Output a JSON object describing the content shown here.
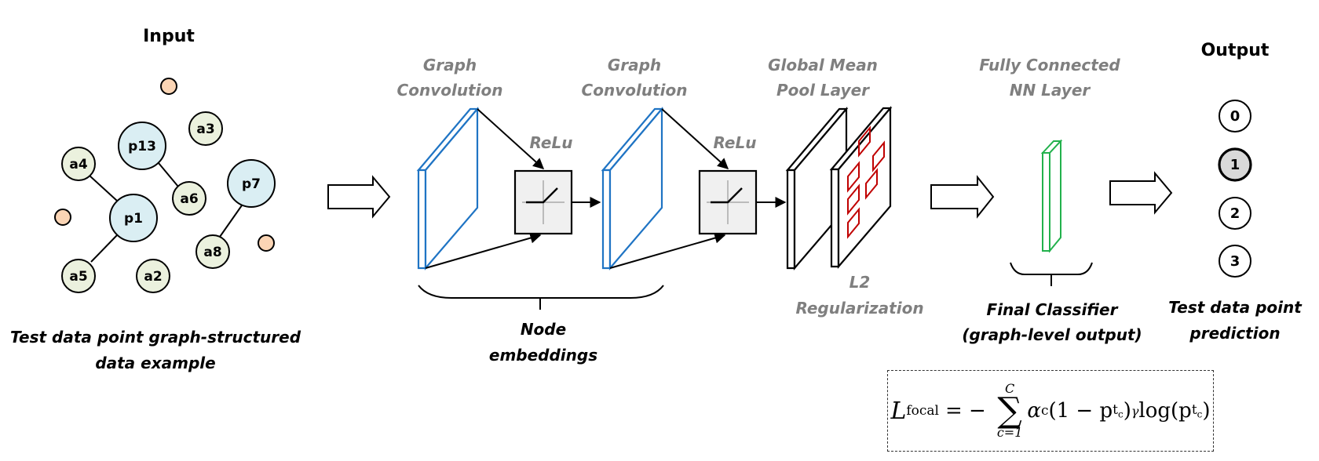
{
  "input": {
    "title": "Input",
    "caption_line1": "Test data point graph-structured",
    "caption_line2": "data example",
    "nodes": [
      {
        "id": "p13",
        "kind": "p"
      },
      {
        "id": "p1",
        "kind": "p"
      },
      {
        "id": "p7",
        "kind": "p"
      },
      {
        "id": "a3",
        "kind": "a"
      },
      {
        "id": "a4",
        "kind": "a"
      },
      {
        "id": "a6",
        "kind": "a"
      },
      {
        "id": "a8",
        "kind": "a"
      },
      {
        "id": "a5",
        "kind": "a"
      },
      {
        "id": "a2",
        "kind": "a"
      }
    ],
    "edges": [
      [
        "a4",
        "p1"
      ],
      [
        "p1",
        "a5"
      ],
      [
        "p13",
        "a6"
      ],
      [
        "p7",
        "a8"
      ]
    ]
  },
  "layers": {
    "conv1_line1": "Graph",
    "conv1_line2": "Convolution",
    "relu1": "ReLu",
    "conv2_line1": "Graph",
    "conv2_line2": "Convolution",
    "relu2": "ReLu",
    "pool_line1": "Global Mean",
    "pool_line2": "Pool Layer",
    "l2_line1": "L2",
    "l2_line2": "Regularization",
    "fc_line1": "Fully Connected",
    "fc_line2": "NN Layer",
    "node_emb_line1": "Node",
    "node_emb_line2": "embeddings",
    "classifier_line1": "Final Classifier",
    "classifier_line2": "(graph-level output)"
  },
  "output": {
    "title": "Output",
    "classes": [
      "0",
      "1",
      "2",
      "3"
    ],
    "predicted_class": "1",
    "caption_line1": "Test data point",
    "caption_line2": "prediction"
  },
  "formula": {
    "lhs": "L",
    "lhs_sub": "focal",
    "equals": "= −",
    "sum_upper": "C",
    "sum_lower": "c=1",
    "sum_symbol": "∑",
    "term": "α",
    "term_sub": "c",
    "body": "(1 − p",
    "body_sub": "t",
    "body_subsub": "c",
    "body_close": ")",
    "exponent": "γ",
    "log": " log(p",
    "log_sub": "t",
    "log_subsub": "c",
    "log_close": ")"
  },
  "colors": {
    "p_node": "#daeef3",
    "a_node": "#ebf1de",
    "orphan_node": "#fbd5b5",
    "conv_plane": "#1f74c4",
    "fc_bar": "#22b14c",
    "l2_marks": "#c00000",
    "relu_box": "#f0f0f0",
    "predicted": "#d9d9d9"
  }
}
